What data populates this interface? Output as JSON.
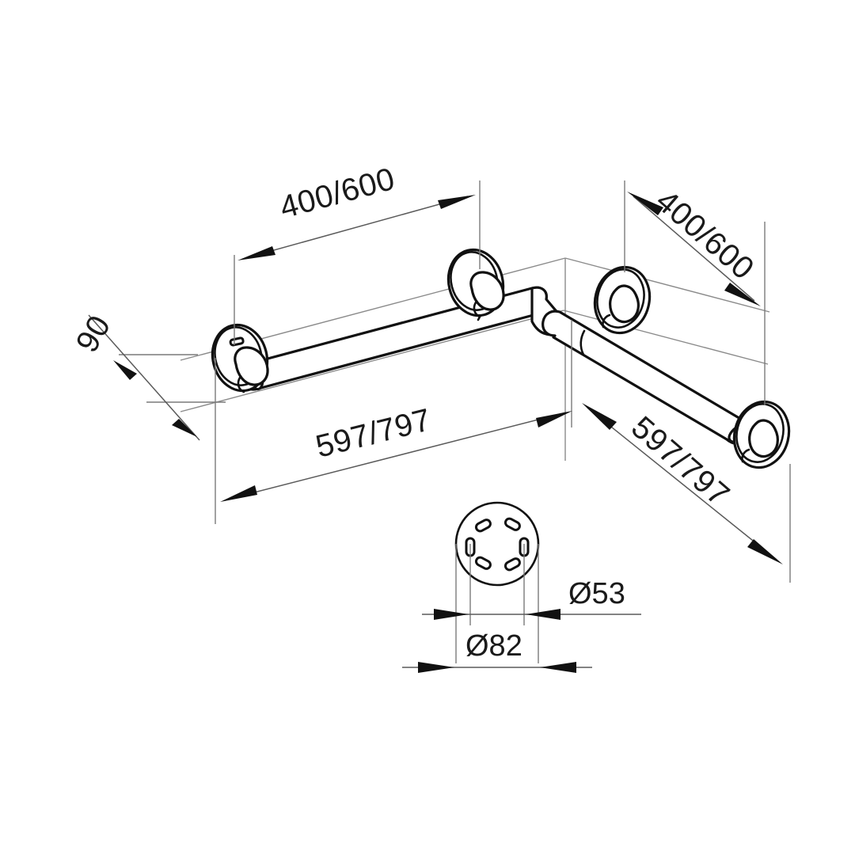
{
  "drawing": {
    "title": "Angled grab bar technical dimension drawing",
    "background_color": "#ffffff",
    "line_color": "#111111",
    "thin_line_color": "#7a7a7a",
    "units": "mm"
  },
  "dimensions": {
    "top_left_length": "400/600",
    "top_right_length": "400/600",
    "left_depth": "90",
    "bottom_left_span": "597/797",
    "right_span": "597/797",
    "flange_outer_diameter": "Ø82",
    "flange_inner_diameter": "Ø53"
  },
  "detail_view": {
    "label": "flange-face-detail",
    "slot_count": 6
  },
  "parts": {
    "bar_label": "grab-bar",
    "flange_left_label": "wall-flange-left",
    "flange_center_label": "wall-flange-center",
    "flange_corner_label": "wall-flange-corner",
    "flange_right_label": "wall-flange-right"
  }
}
